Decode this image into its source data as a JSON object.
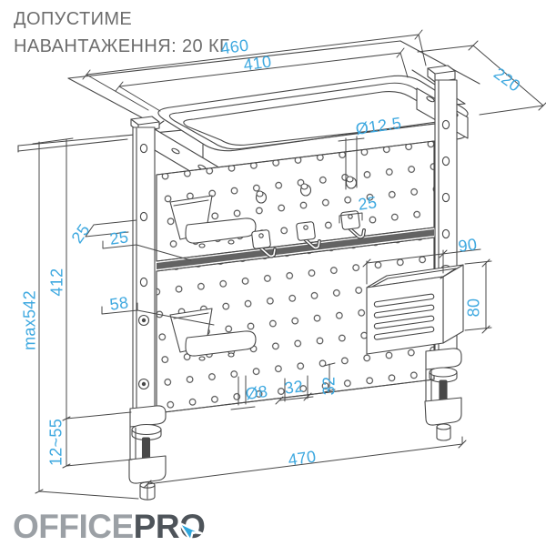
{
  "header": {
    "load_note_line1": "ДОПУСТИМЕ",
    "load_note_line2": "НАВАНТАЖЕННЯ: 20 КГ"
  },
  "dims": {
    "tray_outer_width": "460",
    "tray_inner_width": "410",
    "depth": "220",
    "peg_hole_diameter": "Ø12.5",
    "hook_plate_width": "25",
    "cup_width": "90",
    "cup_height": "80",
    "side_offset_depth": "25",
    "side_offset_width": "25",
    "shelf_offset": "58",
    "column_height": "412",
    "max_total_height": "max542",
    "clamp_thickness_range": "12~55",
    "board_hole_diameter": "Ø8",
    "hole_pitch_horizontal": "32",
    "hole_pitch_vertical": "32",
    "clamp_span_width": "470"
  },
  "logo": {
    "brand_primary": "OFFICE",
    "brand_secondary": "PRO"
  },
  "colors": {
    "dimension_text": "#3fa9e0",
    "drawing_line": "#484848",
    "note_text": "#6d6d6d",
    "logo_primary": "#9ba0a5",
    "logo_secondary": "#4e545a",
    "logo_cursor": "#2ea7dd"
  }
}
